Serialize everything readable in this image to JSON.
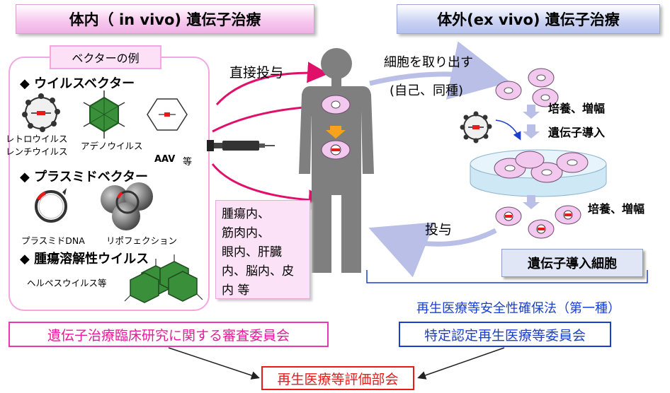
{
  "headers": {
    "in_vivo": "体内（ in vivo) 遺伝子治療",
    "ex_vivo": "体外(ex vivo) 遺伝子治療"
  },
  "vectors": {
    "title": "ベクターの例",
    "viral": "◆ ウイルスベクター",
    "retro": "レトロウイルス",
    "lenti": "レンチウイルス",
    "adeno": "アデノウイルス",
    "aav": "AAV",
    "etc": "等",
    "plasmid": "◆ プラスミドベクター",
    "plasmid_dna": "プラスミドDNA",
    "lipofection": "リポフェクション",
    "oncolytic": "◆ 腫瘍溶解性ウイルス",
    "herpes": "ヘルペスウイルス等"
  },
  "in_vivo": {
    "direct": "直接投与",
    "sites": "腫瘍内、\n筋肉内、\n眼内、肝臓\n内、脳内、皮\n内 等"
  },
  "ex_vivo": {
    "extract": "細胞を取り出す",
    "source": "(自己、同種)",
    "culture1": "培養、増幅",
    "transduce": "遺伝子導入",
    "culture2": "培養、増幅",
    "administer": "投与",
    "cells": "遺伝子導入細胞"
  },
  "regulation": {
    "law": "再生医療等安全性確保法（第一種）",
    "in_vivo_committee": "遺伝子治療臨床研究に関する審査委員会",
    "ex_vivo_committee": "特定認定再生医療等委員会",
    "evaluation": "再生医療等評価部会"
  },
  "colors": {
    "pink_border": "#f2a6e2",
    "arrow_magenta": "#e0106a",
    "blue_text": "#1a3fcc",
    "red_text": "#e81a1a",
    "human": "#7f7f7f"
  }
}
